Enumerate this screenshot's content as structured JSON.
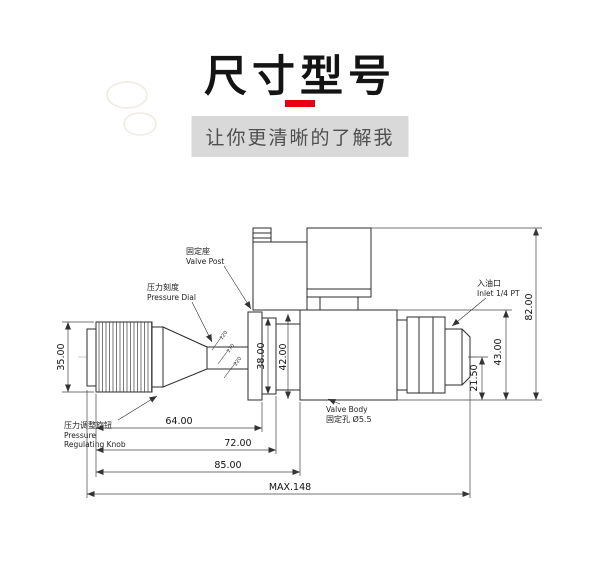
{
  "header": {
    "title": "尺寸型号",
    "subtitle": "让你更清晰的了解我",
    "accent_color": "#e60012",
    "banner_bg": "#d9d9d9"
  },
  "diagram": {
    "labels": {
      "pressure_dial_cn": "压力刻度",
      "pressure_dial_en": "Pressure Dial",
      "valve_post_cn": "固定座",
      "valve_post_en": "Valve Post",
      "inlet_cn": "入油口",
      "inlet_en": "Inlet 1/4 PT",
      "knob_cn": "压力调整旋钮",
      "knob_en_line1": "Pressure",
      "knob_en_line2": "Regulating Knob",
      "valve_body_en": "Valve Body",
      "mount_hole_cn": "固定孔 Ø5.5"
    },
    "dial_ticks": [
      "120",
      "170",
      "220"
    ],
    "dimensions": {
      "knob_diameter": "35.00",
      "post_height": "38.00",
      "flange_height": "42.00",
      "overall_height": "82.00",
      "body_height": "43.00",
      "inlet_offset": "21.50",
      "length_knob": "64.00",
      "length_post": "72.00",
      "length_flange": "85.00",
      "length_max": "MAX.148"
    },
    "line_color": "#2b2b2b"
  }
}
